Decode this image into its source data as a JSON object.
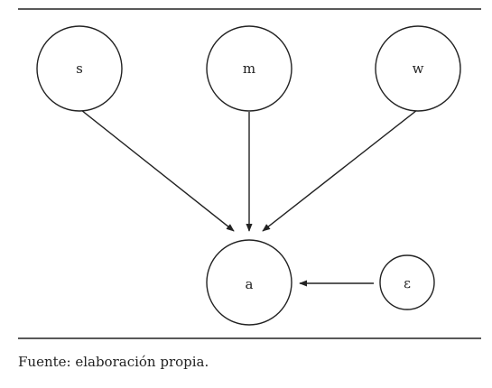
{
  "diagram": {
    "nodes": {
      "s": "s",
      "m": "m",
      "w": "w",
      "a": "a",
      "epsilon": "ε"
    },
    "edges": [
      {
        "from": "s",
        "to": "a"
      },
      {
        "from": "m",
        "to": "a"
      },
      {
        "from": "w",
        "to": "a"
      },
      {
        "from": "epsilon",
        "to": "a"
      }
    ]
  },
  "footer": {
    "source": "Fuente: elaboración propia."
  },
  "colors": {
    "ink": "#222222",
    "background": "#ffffff"
  }
}
